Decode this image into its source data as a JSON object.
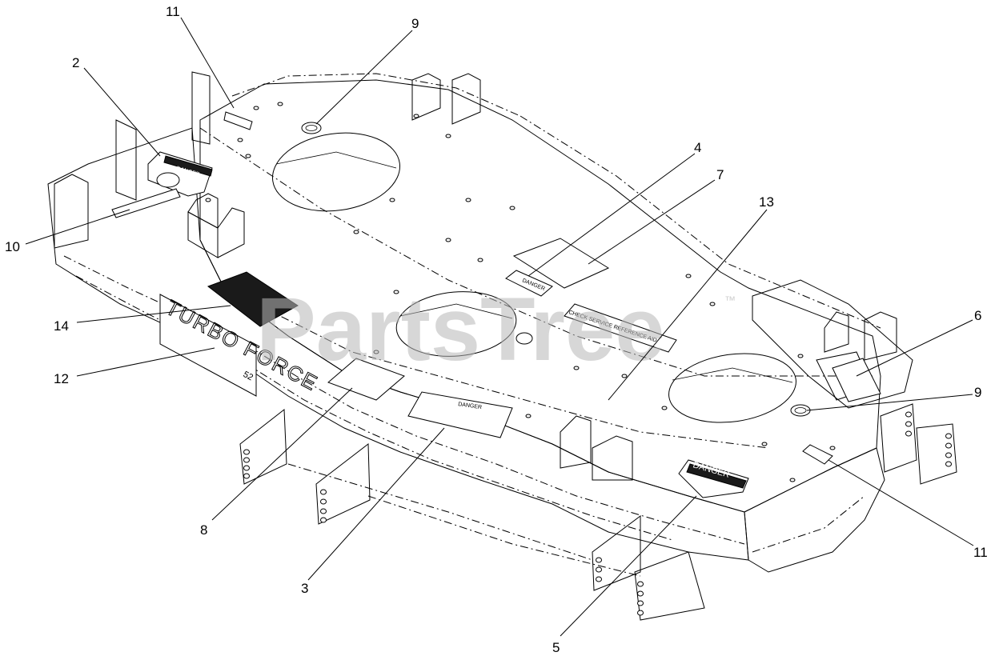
{
  "watermark": {
    "text": "PartsTree",
    "mark": "™"
  },
  "callouts": [
    {
      "id": "c11a",
      "label": "11"
    },
    {
      "id": "c9a",
      "label": "9"
    },
    {
      "id": "c2",
      "label": "2"
    },
    {
      "id": "c4",
      "label": "4"
    },
    {
      "id": "c7",
      "label": "7"
    },
    {
      "id": "c13",
      "label": "13"
    },
    {
      "id": "c10",
      "label": "10"
    },
    {
      "id": "c6",
      "label": "6"
    },
    {
      "id": "c14",
      "label": "14"
    },
    {
      "id": "c12",
      "label": "12"
    },
    {
      "id": "c9b",
      "label": "9"
    },
    {
      "id": "c8",
      "label": "8"
    },
    {
      "id": "c3",
      "label": "3"
    },
    {
      "id": "c11b",
      "label": "11"
    },
    {
      "id": "c5",
      "label": "5"
    }
  ],
  "decals": {
    "danger_2": "DANGER",
    "danger_3": "DANGER",
    "danger_4": "DANGER",
    "danger_5": "DANGER",
    "check_13": "CHECK  SERVICE  REFERENCE  AID",
    "brand_12": "TURBO  FORCE",
    "brand_12_size": "52"
  }
}
